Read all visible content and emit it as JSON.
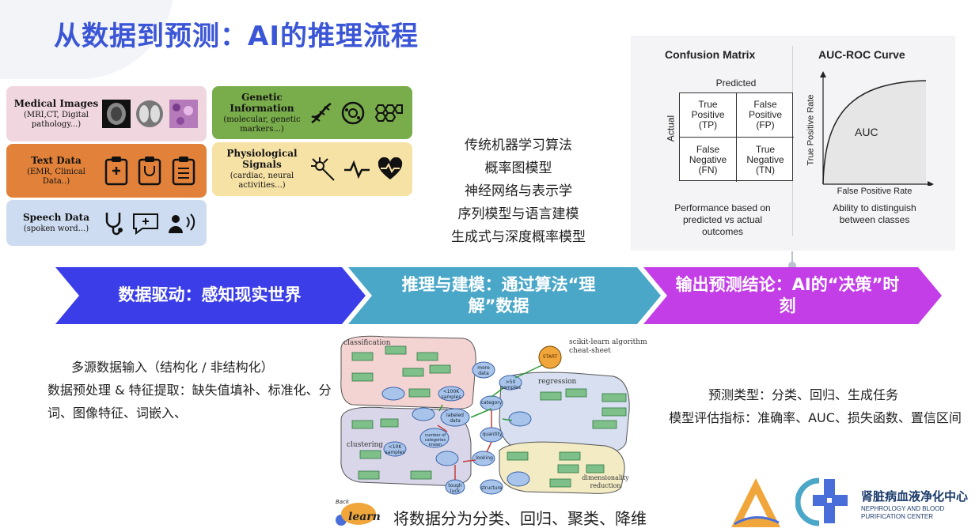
{
  "title": "从数据到预测：AI的推理流程",
  "data_sources": [
    {
      "heading": "Medical Images",
      "detail": "(MRI,CT, Digital pathology...)",
      "color": "#f0d6df"
    },
    {
      "heading": "Text Data",
      "detail": "(EMR, Clinical Data..)",
      "color": "#e2823a"
    },
    {
      "heading": "Speech Data",
      "detail": "(spoken word...)",
      "color": "#cddcf0"
    },
    {
      "heading": "Genetic Information",
      "detail": "(molecular, genetic markers...)",
      "color": "#79ac4a"
    },
    {
      "heading": "Physiological Signals",
      "detail": "(cardiac, neural activities...)",
      "color": "#f7e2a6"
    }
  ],
  "methods": [
    "传统机器学习算法",
    "概率图模型",
    "神经网络与表示学",
    "序列模型与语言建模",
    "生成式与深度概率模型"
  ],
  "confusion_matrix": {
    "title": "Confusion Matrix",
    "predicted_label": "Predicted",
    "actual_label": "Actual",
    "cells": [
      "True Positive (TP)",
      "False Positive (FP)",
      "False Negative (FN)",
      "True Negative (TN)"
    ],
    "caption": "Performance based on predicted vs actual outcomes"
  },
  "auc": {
    "title": "AUC-ROC Curve",
    "y_label": "True Positive Rate",
    "x_label": "False Positive Rate",
    "area_label": "AUC",
    "caption": "Ability to distinguish between classes"
  },
  "flow": [
    {
      "label": "数据驱动：感知现实世界",
      "color": "#3b3ee8"
    },
    {
      "label": "推理与建模：通过算法“理解”数据",
      "color": "#4aa7c8"
    },
    {
      "label": "输出预测结论：AI的“决策”时刻",
      "color": "#c43ee8"
    }
  ],
  "left_desc": [
    "多源数据输入（结构化 / 非结构化）",
    "数据预处理 & 特征提取：缺失值填补、标准化、分词、图像特征、词嵌入、"
  ],
  "right_desc": [
    "预测类型：分类、回归、生成任务",
    "模型评估指标：准确率、AUC、损失函数、置信区间"
  ],
  "cheatsheet": {
    "title": "scikit-learn algorithm cheat-sheet",
    "start": "START",
    "regions": [
      "classification",
      "regression",
      "clustering",
      "dimensionality reduction"
    ],
    "nodes": [
      ">50 samples",
      "category",
      "labeled data",
      "quantity",
      "looking",
      "<100K samples",
      "<10K samples",
      "tough luck",
      "structure",
      "number of categories known",
      "more data"
    ]
  },
  "caption": "将数据分为分类、回归、聚类、降维",
  "back_learn": {
    "top": "Back",
    "bottom": "learn"
  },
  "brand": {
    "cn": "肾脏病血液净化中心",
    "en": [
      "NEPHROLOGY AND BLOOD",
      "PURIFICATION CENTER"
    ]
  }
}
